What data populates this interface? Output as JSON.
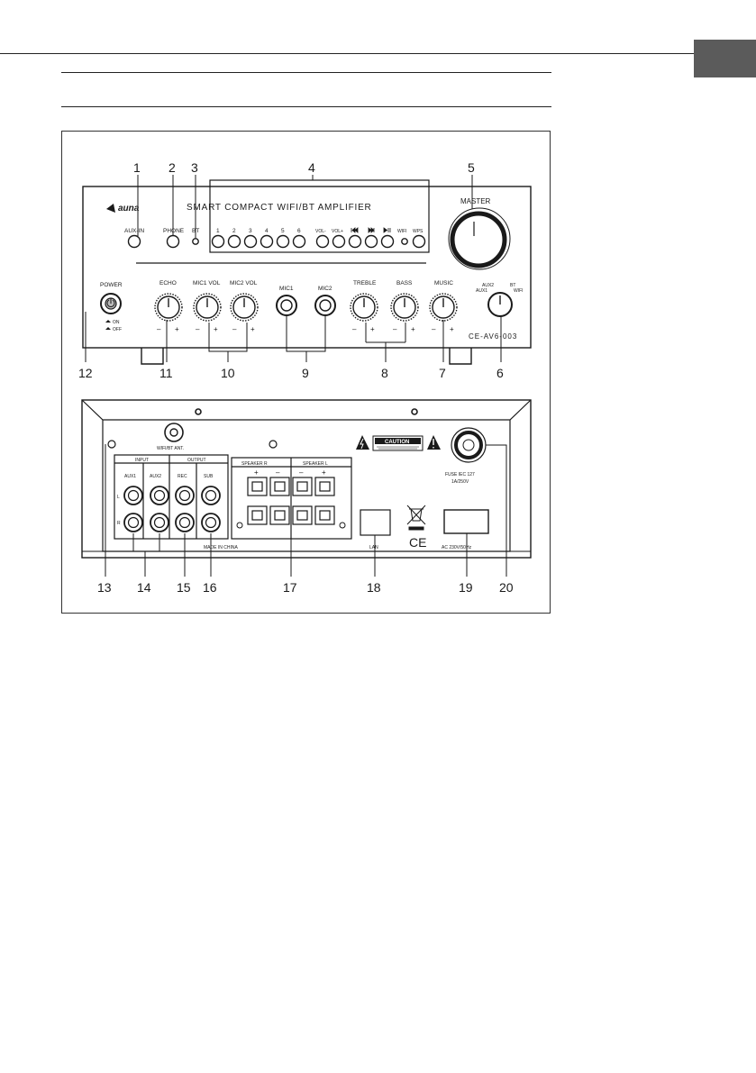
{
  "front": {
    "brand": "auna",
    "title": "SMART COMPACT WIFI/BT AMPLIFIER",
    "master": "MASTER",
    "aux_in": "AUX-IN",
    "phone": "PHONE",
    "bt": "BT",
    "presets": [
      "1",
      "2",
      "3",
      "4",
      "5",
      "6"
    ],
    "vol_minus": "VOL-",
    "vol_plus": "VOL+",
    "wifi": "WIFI",
    "wps": "WPS",
    "power": "POWER",
    "on": "ON",
    "off": "OFF",
    "echo": "ECHO",
    "mic1_vol": "MIC1 VOL",
    "mic2_vol": "MIC2 VOL",
    "mic1": "MIC1",
    "mic2": "MIC2",
    "treble": "TREBLE",
    "bass": "BASS",
    "music": "MUSIC",
    "src_aux2": "AUX2",
    "src_aux1": "AUX1",
    "src_bt": "BT",
    "src_wifi": "WIFI",
    "model": "CE-AV6-003",
    "minus": "–",
    "plus": "+"
  },
  "rear": {
    "wifi_ant": "WIFI/BT ANT.",
    "input": "INPUT",
    "output": "OUTPUT",
    "aux1": "AUX1",
    "aux2": "AUX2",
    "rec": "REC",
    "sub": "SUB",
    "left": "L",
    "right": "R",
    "speaker_r": "SPEAKER R",
    "speaker_l": "SPEAKER L",
    "made_in": "MADE IN CHINA",
    "caution": "CAUTION",
    "lan": "LAN",
    "ce": "CE",
    "fuse_line1": "FUSE IEC 127",
    "fuse_line2": "1A/250V",
    "ac": "AC 230V/50Hz",
    "plus": "+",
    "minus": "–"
  },
  "callouts": [
    "1",
    "2",
    "3",
    "4",
    "5",
    "6",
    "7",
    "8",
    "9",
    "10",
    "11",
    "12",
    "13",
    "14",
    "15",
    "16",
    "17",
    "18",
    "19",
    "20"
  ]
}
